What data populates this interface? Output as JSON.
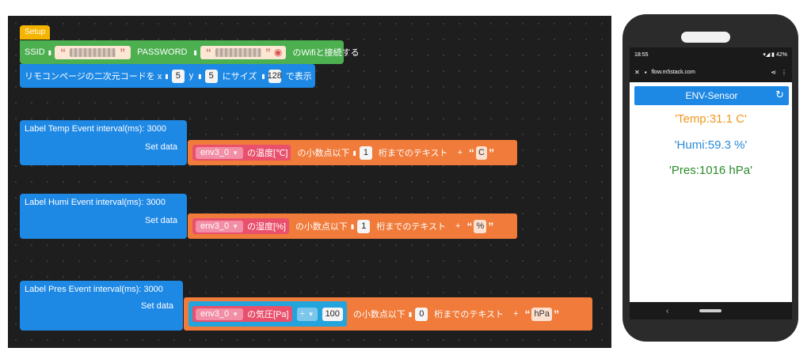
{
  "workspace": {
    "setup": {
      "label": "Setup",
      "ssid_label": "SSID",
      "password_label": "PASSWORD",
      "wifi_connect": "のWifiと接続する",
      "qr_prefix": "リモコンページの二次元コードを x",
      "qr_x": "5",
      "qr_y_label": "y",
      "qr_y": "5",
      "qr_size_label": "にサイズ",
      "qr_size": "128",
      "qr_suffix": "で表示"
    },
    "events": [
      {
        "header": "Label  Temp  Event  interval(ms):  3000",
        "set_data": "Set data",
        "sensor": "env3_0",
        "measure": "の温度[℃]",
        "decimal_label": "の小数点以下",
        "digits": "1",
        "text_suffix": "桁までのテキスト",
        "plus": "+",
        "unit": "C"
      },
      {
        "header": "Label  Humi  Event  interval(ms):  3000",
        "set_data": "Set data",
        "sensor": "env3_0",
        "measure": "の湿度[%]",
        "decimal_label": "の小数点以下",
        "digits": "1",
        "text_suffix": "桁までのテキスト",
        "plus": "+",
        "unit": "%"
      },
      {
        "header": "Label  Pres  Event  interval(ms):  3000",
        "set_data": "Set data",
        "sensor": "env3_0",
        "measure": "の気圧[Pa]",
        "operator": "÷",
        "divisor": "100",
        "decimal_label": "の小数点以下",
        "digits": "0",
        "text_suffix": "桁までのテキスト",
        "plus": "+",
        "unit": "hPa"
      }
    ]
  },
  "phone": {
    "status_time": "18:55",
    "status_battery": "42%",
    "url": "flow.m5stack.com",
    "app_title": "ENV-Sensor",
    "readings": [
      {
        "text": "'Temp:31.1 C'",
        "color": "#f0961e"
      },
      {
        "text": "'Humi:59.3 %'",
        "color": "#2a8ad8"
      },
      {
        "text": "'Pres:1016 hPa'",
        "color": "#2a8a2a"
      }
    ]
  },
  "colors": {
    "workspace_bg": "#1e1e1e",
    "setup": "#f4b400",
    "wifi_block": "#4caf50",
    "event_block": "#1e88e5",
    "text_block": "#f07b3a",
    "sensor_block": "#e9506c"
  }
}
